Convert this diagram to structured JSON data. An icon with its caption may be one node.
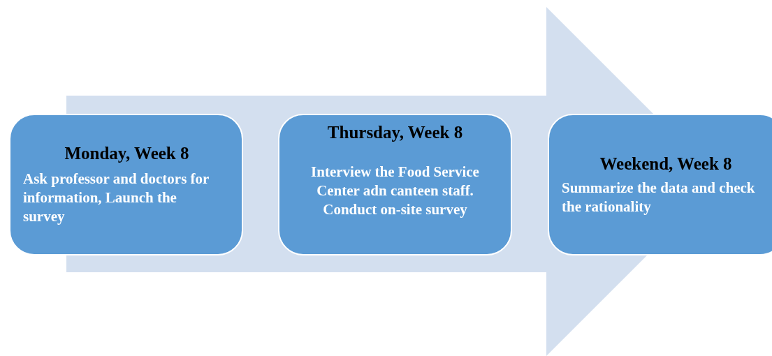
{
  "diagram": {
    "nodes": [
      {
        "text": [
          "Monday, Week 8",
          "Ask professor and doctors for information, Launch the survey"
        ]
      },
      {
        "text": [
          "Thursday, Week 8",
          "Interview the Food Service Center adn canteen staff. Conduct on-site survey"
        ]
      },
      {
        "text": [
          "Weekend, Week 8",
          "Summarize the data and check the rationality"
        ]
      }
    ],
    "edges": [
      {
        "from": 0,
        "to": 2,
        "arrow": "to"
      }
    ]
  }
}
